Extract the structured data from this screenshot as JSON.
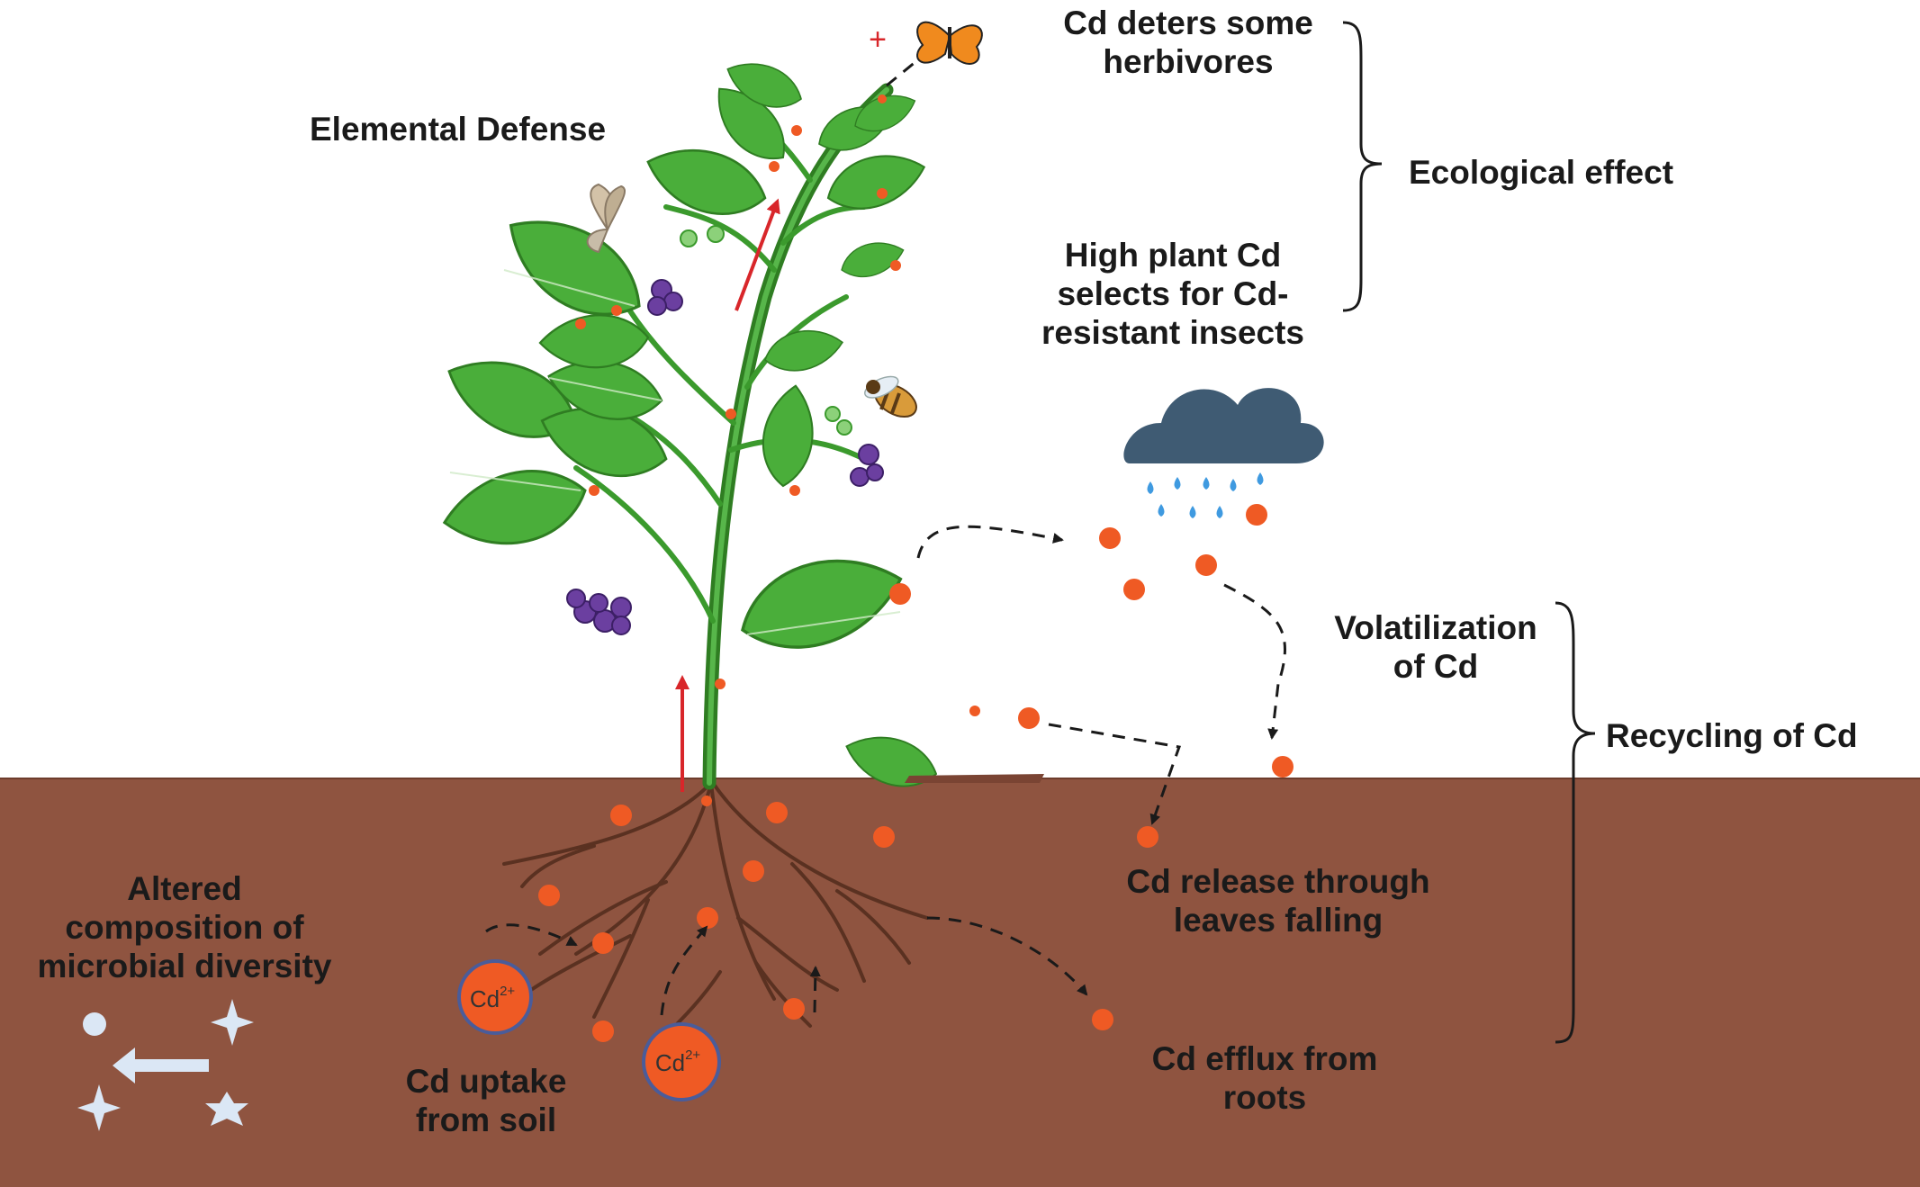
{
  "title": "Elemental Defense",
  "labels": {
    "herbivores": [
      "Cd deters some",
      "herbivores"
    ],
    "ecological": "Ecological effect",
    "selects": [
      "High plant Cd",
      "selects for Cd-",
      "resistant insects"
    ],
    "volatilization": [
      "Volatilization",
      "of Cd"
    ],
    "recycling": "Recycling of Cd",
    "release": [
      "Cd release through",
      "leaves falling"
    ],
    "efflux": [
      "Cd efflux from",
      "roots"
    ],
    "microbial": [
      "Altered",
      "composition of",
      "microbial diversity"
    ],
    "uptake": [
      "Cd uptake",
      "from soil"
    ]
  },
  "ions": {
    "base": "Cd",
    "charge": "2+"
  },
  "colors": {
    "soil": "#8f5440",
    "cadmium": "#ef5a24",
    "stem": "#3b9a2d",
    "leaf": "#4aae3a",
    "berry": "#6b3fa0",
    "arrow_red": "#d8262a",
    "cloud": "#3f5b73",
    "rain": "#3f9ae0",
    "microbe": "#dbe7f5"
  },
  "icons": [
    "plant",
    "butterfly",
    "moth",
    "bee",
    "rain-cloud",
    "microbe-icon",
    "brace-icon"
  ]
}
